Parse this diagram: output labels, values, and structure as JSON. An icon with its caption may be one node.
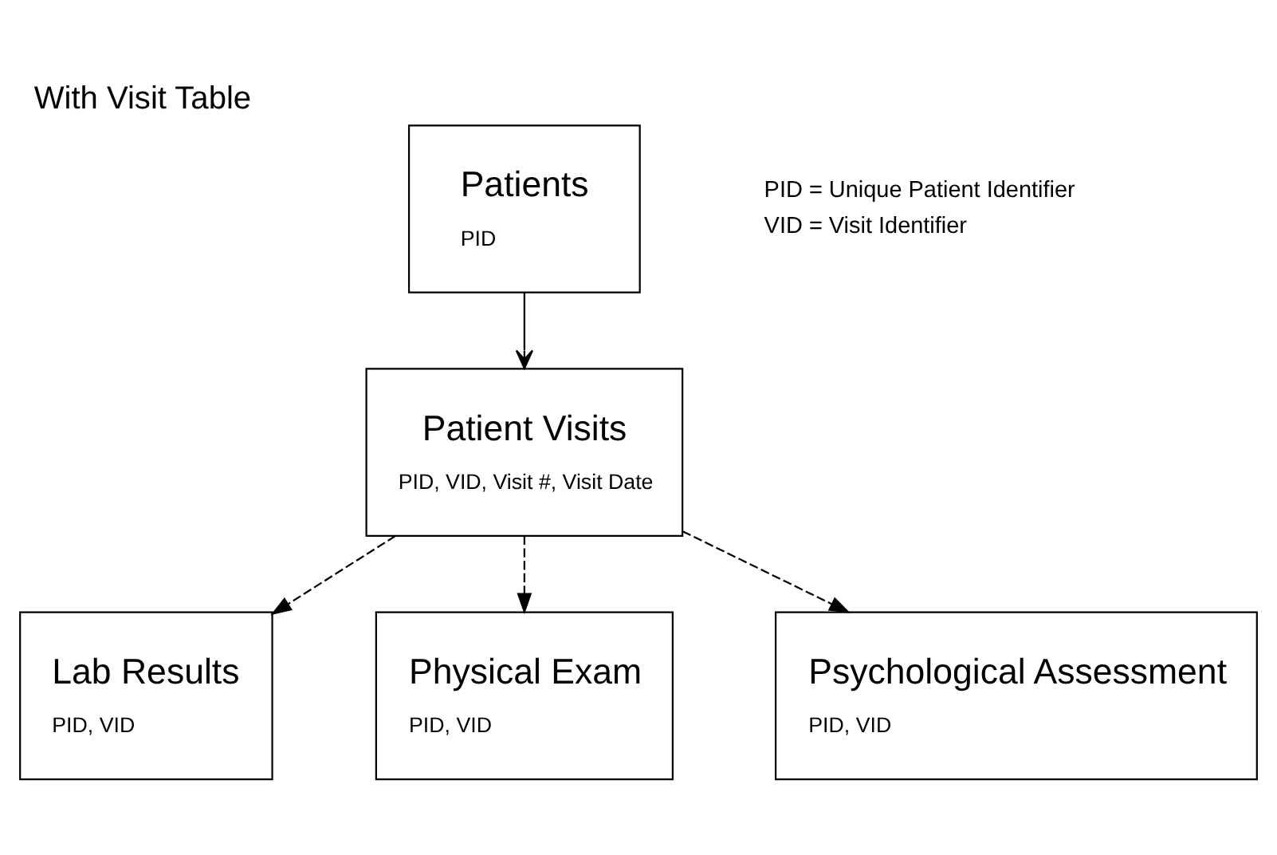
{
  "diagram": {
    "title": "With Visit Table",
    "nodes": [
      {
        "text": [
          "Patients",
          "PID"
        ]
      },
      {
        "text": [
          "Patient Visits",
          "PID, VID, Visit #, Visit Date"
        ]
      },
      {
        "text": [
          "Lab Results",
          "PID, VID"
        ]
      },
      {
        "text": [
          "Physical Exam",
          "PID, VID"
        ]
      },
      {
        "text": [
          "Psychological Assessment",
          "PID, VID"
        ]
      }
    ],
    "edges": [
      {
        "from": 0,
        "to": 1,
        "arrow": "to"
      },
      {
        "from": 1,
        "to": 2,
        "arrow": "to",
        "style": "dashed"
      },
      {
        "from": 1,
        "to": 3,
        "arrow": "to",
        "style": "dashed"
      },
      {
        "from": 1,
        "to": 4,
        "arrow": "to",
        "style": "dashed"
      }
    ],
    "labels": [
      "PID = Unique Patient Identifier",
      "VID = Visit Identifier"
    ]
  }
}
